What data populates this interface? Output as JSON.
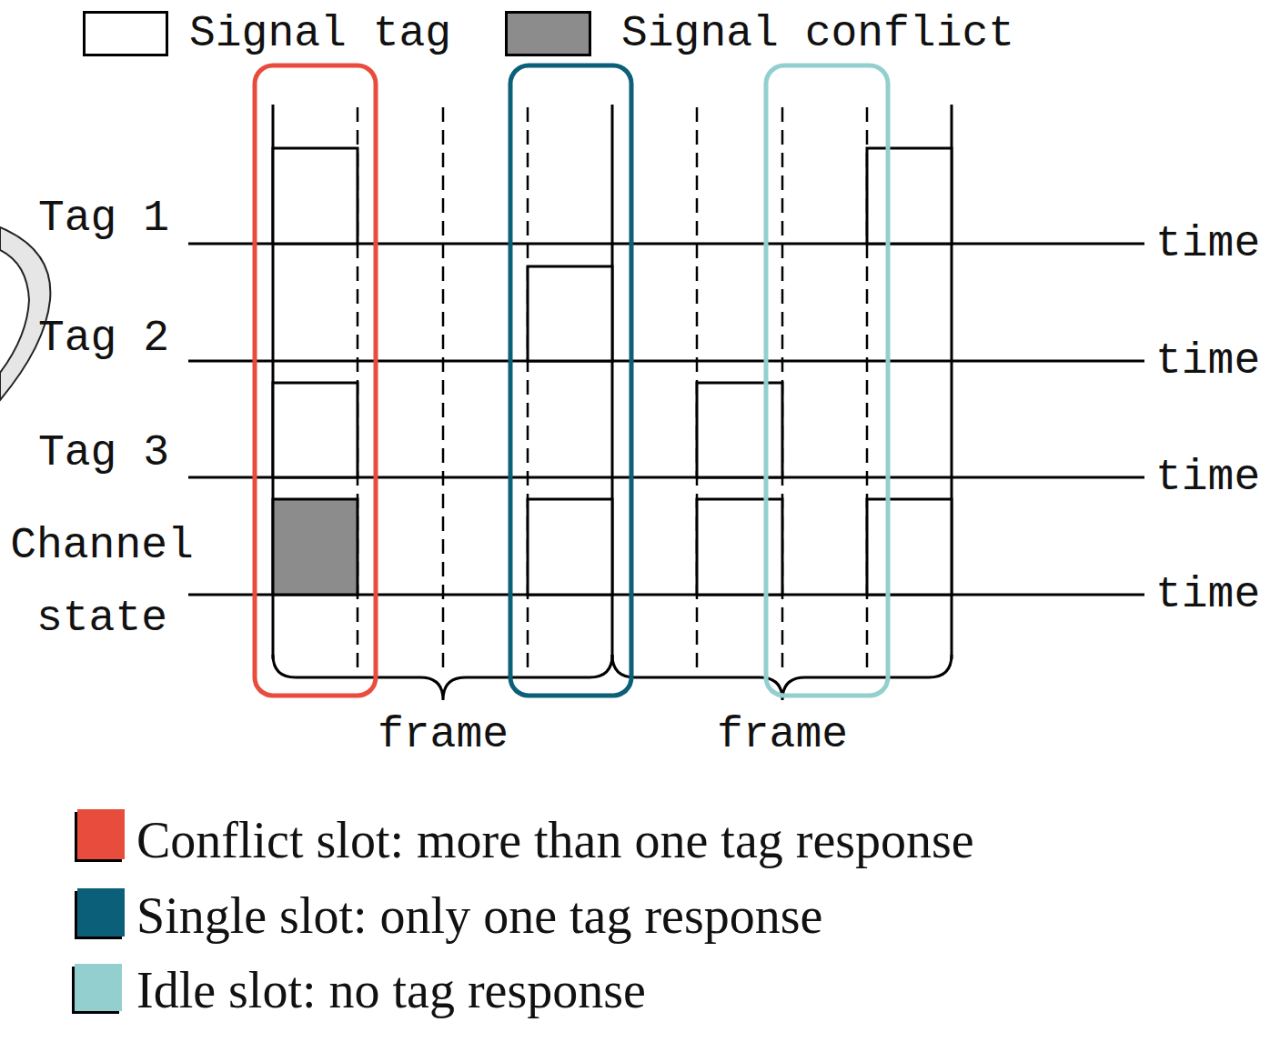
{
  "diagram": {
    "labels": [
      "Tag 1",
      "Tag 2",
      "Tag 3",
      "Channel state",
      "time",
      "time",
      "time",
      "time",
      "frame",
      "frame"
    ],
    "legend": [
      {
        "text": "Signal tag",
        "color": "#ffffff"
      },
      {
        "text": "Signal conflict",
        "color": "#8c8c8c"
      },
      {
        "text": "Conflict slot: more than one tag response",
        "color": "#e84c3d"
      },
      {
        "text": "Single slot: only one tag response",
        "color": "#0b5f78"
      },
      {
        "text": "Idle slot: no tag response",
        "color": "#94cfcf"
      }
    ]
  }
}
